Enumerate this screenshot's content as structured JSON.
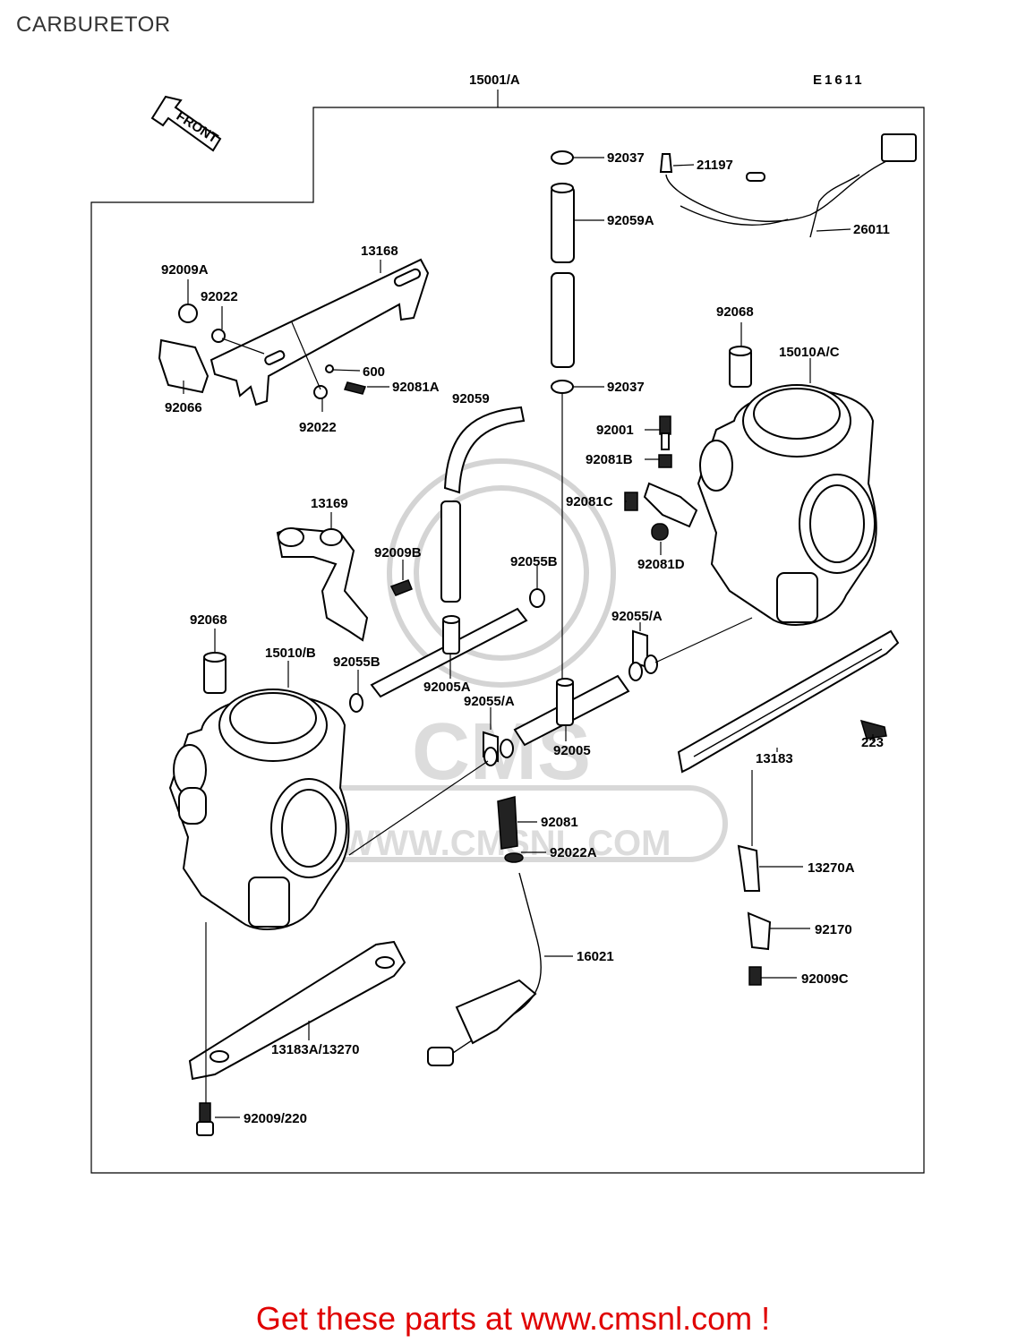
{
  "page": {
    "title": "CARBURETOR"
  },
  "diagram": {
    "code": "E1611",
    "front_arrow": "FRONT",
    "watermark": {
      "brand": "CMS",
      "url": "WWW.CMSNL.COM"
    },
    "parts": [
      {
        "id": "p-15001a",
        "label": "15001/A"
      },
      {
        "id": "p-92037-top",
        "label": "92037"
      },
      {
        "id": "p-21197",
        "label": "21197"
      },
      {
        "id": "p-92059a",
        "label": "92059A"
      },
      {
        "id": "p-26011",
        "label": "26011"
      },
      {
        "id": "p-13168",
        "label": "13168"
      },
      {
        "id": "p-92009a",
        "label": "92009A"
      },
      {
        "id": "p-92022-top",
        "label": "92022"
      },
      {
        "id": "p-600",
        "label": "600"
      },
      {
        "id": "p-92081a",
        "label": "92081A"
      },
      {
        "id": "p-92066",
        "label": "92066"
      },
      {
        "id": "p-92022-bot",
        "label": "92022"
      },
      {
        "id": "p-92068-right",
        "label": "92068"
      },
      {
        "id": "p-15010ac",
        "label": "15010A/C"
      },
      {
        "id": "p-92037-mid",
        "label": "92037"
      },
      {
        "id": "p-92059",
        "label": "92059"
      },
      {
        "id": "p-92001",
        "label": "92001"
      },
      {
        "id": "p-92081b",
        "label": "92081B"
      },
      {
        "id": "p-92081c",
        "label": "92081C"
      },
      {
        "id": "p-92081d",
        "label": "92081D"
      },
      {
        "id": "p-13169",
        "label": "13169"
      },
      {
        "id": "p-92009b",
        "label": "92009B"
      },
      {
        "id": "p-92055b-right",
        "label": "92055B"
      },
      {
        "id": "p-92068-left",
        "label": "92068"
      },
      {
        "id": "p-15010b",
        "label": "15010/B"
      },
      {
        "id": "p-92055b-left",
        "label": "92055B"
      },
      {
        "id": "p-92005a",
        "label": "92005A"
      },
      {
        "id": "p-92055a-right",
        "label": "92055/A"
      },
      {
        "id": "p-92055a-left",
        "label": "92055/A"
      },
      {
        "id": "p-92005",
        "label": "92005"
      },
      {
        "id": "p-223",
        "label": "223"
      },
      {
        "id": "p-13183",
        "label": "13183"
      },
      {
        "id": "p-92081",
        "label": "92081"
      },
      {
        "id": "p-92022a",
        "label": "92022A"
      },
      {
        "id": "p-13270a",
        "label": "13270A"
      },
      {
        "id": "p-92170",
        "label": "92170"
      },
      {
        "id": "p-16021",
        "label": "16021"
      },
      {
        "id": "p-92009c",
        "label": "92009C"
      },
      {
        "id": "p-13183a",
        "label": "13183A/13270"
      },
      {
        "id": "p-92009-220",
        "label": "92009/220"
      }
    ]
  },
  "footer": {
    "text": "Get these parts at www.cmsnl.com !",
    "color": "#e00000"
  }
}
